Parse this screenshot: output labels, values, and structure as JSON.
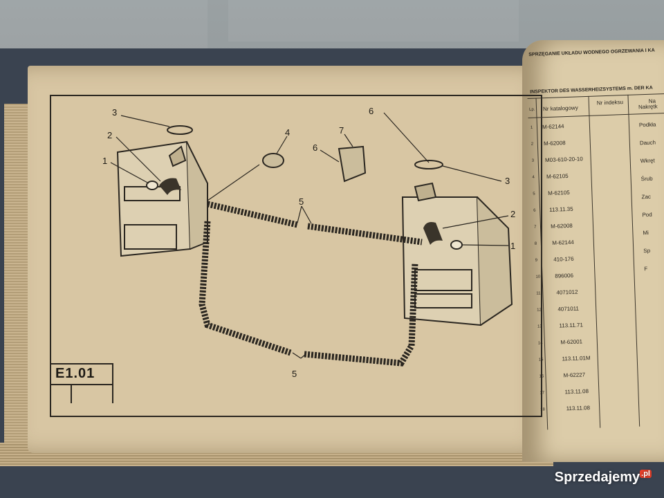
{
  "diagram": {
    "code": "E1.01",
    "callouts": [
      "1",
      "2",
      "3",
      "4",
      "5",
      "6",
      "7"
    ]
  },
  "table": {
    "header_line1": "SPRZĘGANIE UKŁADU WODNEGO OGRZEWANIA I KA",
    "header_line2": "INSPEKTOR DES WASSERHEIZSYSTEMS m. DER KA",
    "col_catalog": "Nr katalogowy",
    "col_index": "Nr indeksu",
    "col_name": "Na",
    "col_lp": "Lp.",
    "catalog_numbers": [
      "M-62144",
      "M-62008",
      "M03-610-20-10",
      "M-62105",
      "M-62105",
      "113.11.35",
      "M-62008",
      "M-62144",
      "410-176",
      "896006",
      "4071012",
      "4071011",
      "113.11.71",
      "M-62001",
      "113.11.01M",
      "M-62227",
      "113.11.08",
      "113.11.08"
    ],
    "row_numbers": [
      "1",
      "2",
      "3",
      "4",
      "5",
      "6",
      "7",
      "8",
      "9",
      "10",
      "11",
      "12",
      "13",
      "14",
      "15",
      "16",
      "17",
      "18"
    ],
    "names": [
      "Nakrętk",
      "Podkła",
      "Dauch",
      "Wkręt",
      "Śrub",
      "Zac",
      "Pod",
      "Mi",
      "Sp",
      "F"
    ]
  },
  "watermark": {
    "text": "Sprzedajemy",
    "suffix": ".pl"
  }
}
